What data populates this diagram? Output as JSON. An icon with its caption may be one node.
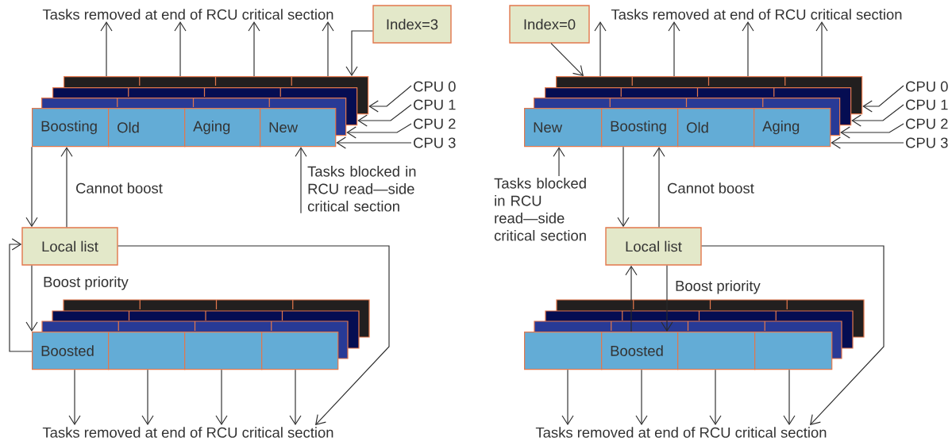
{
  "diagram": {
    "nodes": [
      {
        "text": [
          "Tasks removed at end of RCU critical section"
        ]
      },
      {
        "text": [
          "Index=3"
        ]
      },
      {
        "text": [],
        "shape": "bar"
      },
      {
        "text": [],
        "shape": "bar"
      },
      {
        "text": [],
        "shape": "bar"
      },
      {
        "text": [
          "Boosting"
        ]
      },
      {
        "text": [
          "Old"
        ]
      },
      {
        "text": [
          "Aging"
        ]
      },
      {
        "text": [
          "New"
        ]
      },
      {
        "text": [
          "CPU 0"
        ]
      },
      {
        "text": [
          "CPU 1"
        ]
      },
      {
        "text": [
          "CPU 2"
        ]
      },
      {
        "text": [
          "CPU 3"
        ]
      },
      {
        "text": [
          "Tasks blocked in RCU read—side critical section"
        ]
      },
      {
        "text": [
          "Local list"
        ]
      },
      {
        "text": [
          "Boosted"
        ]
      },
      {
        "text": [],
        "shape": "box"
      },
      {
        "text": [],
        "shape": "box"
      },
      {
        "text": [],
        "shape": "box"
      },
      {
        "text": [
          "Tasks removed at end of RCU critical section"
        ]
      },
      {
        "text": [
          "Tasks removed at end of RCU critical section"
        ]
      },
      {
        "text": [
          "Index=0"
        ]
      },
      {
        "text": [],
        "shape": "bar"
      },
      {
        "text": [],
        "shape": "bar"
      },
      {
        "text": [],
        "shape": "bar"
      },
      {
        "text": [
          "New"
        ]
      },
      {
        "text": [
          "Boosting"
        ]
      },
      {
        "text": [
          "Old"
        ]
      },
      {
        "text": [
          "Aging"
        ]
      },
      {
        "text": [
          "CPU 0"
        ]
      },
      {
        "text": [
          "CPU 1"
        ]
      },
      {
        "text": [
          "CPU 2"
        ]
      },
      {
        "text": [
          "CPU 3"
        ]
      },
      {
        "text": [
          "Tasks blocked in RCU read—side critical section"
        ]
      },
      {
        "text": [
          "Local list"
        ]
      },
      {
        "text": [],
        "shape": "box"
      },
      {
        "text": [
          "Boosted"
        ]
      },
      {
        "text": [],
        "shape": "box"
      },
      {
        "text": [],
        "shape": "box"
      },
      {
        "text": [
          "Tasks removed at end of RCU critical section"
        ]
      }
    ],
    "edges": [
      {
        "from": 1,
        "to": 2,
        "arrow": "to"
      },
      {
        "from": 2,
        "to": 0,
        "arrow": "to"
      },
      {
        "from": 2,
        "to": 0,
        "arrow": "to"
      },
      {
        "from": 2,
        "to": 0,
        "arrow": "to"
      },
      {
        "from": 2,
        "to": 0,
        "arrow": "to"
      },
      {
        "from": 9,
        "to": 2,
        "arrow": "to"
      },
      {
        "from": 10,
        "to": 3,
        "arrow": "to"
      },
      {
        "from": 11,
        "to": 4,
        "arrow": "to"
      },
      {
        "from": 12,
        "to": 8,
        "arrow": "to"
      },
      {
        "from": 13,
        "to": 8,
        "arrow": "to"
      },
      {
        "from": 5,
        "to": 14,
        "arrow": "to"
      },
      {
        "from": 14,
        "to": 5,
        "arrow": "to",
        "label": "Cannot boost"
      },
      {
        "from": 14,
        "to": 15,
        "arrow": "to",
        "label": "Boost priority"
      },
      {
        "from": 15,
        "to": 14,
        "arrow": "to"
      },
      {
        "from": 14,
        "to": 19,
        "arrow": "to"
      },
      {
        "from": 15,
        "to": 19,
        "arrow": "to"
      },
      {
        "from": 16,
        "to": 19,
        "arrow": "to"
      },
      {
        "from": 17,
        "to": 19,
        "arrow": "to"
      },
      {
        "from": 18,
        "to": 19,
        "arrow": "to"
      },
      {
        "from": 21,
        "to": 22,
        "arrow": "to"
      },
      {
        "from": 22,
        "to": 20,
        "arrow": "to"
      },
      {
        "from": 22,
        "to": 20,
        "arrow": "to"
      },
      {
        "from": 22,
        "to": 20,
        "arrow": "to"
      },
      {
        "from": 22,
        "to": 20,
        "arrow": "to"
      },
      {
        "from": 29,
        "to": 22,
        "arrow": "to"
      },
      {
        "from": 30,
        "to": 23,
        "arrow": "to"
      },
      {
        "from": 31,
        "to": 24,
        "arrow": "to"
      },
      {
        "from": 32,
        "to": 28,
        "arrow": "to"
      },
      {
        "from": 33,
        "to": 25,
        "arrow": "to"
      },
      {
        "from": 26,
        "to": 34,
        "arrow": "to"
      },
      {
        "from": 34,
        "to": 26,
        "arrow": "to",
        "label": "Cannot boost"
      },
      {
        "from": 34,
        "to": 36,
        "arrow": "to",
        "label": "Boost priority"
      },
      {
        "from": 36,
        "to": 34,
        "arrow": "to"
      },
      {
        "from": 34,
        "to": 39,
        "arrow": "to"
      },
      {
        "from": 35,
        "to": 39,
        "arrow": "to"
      },
      {
        "from": 36,
        "to": 39,
        "arrow": "to"
      },
      {
        "from": 37,
        "to": 39,
        "arrow": "to"
      },
      {
        "from": 38,
        "to": 39,
        "arrow": "to"
      }
    ]
  }
}
